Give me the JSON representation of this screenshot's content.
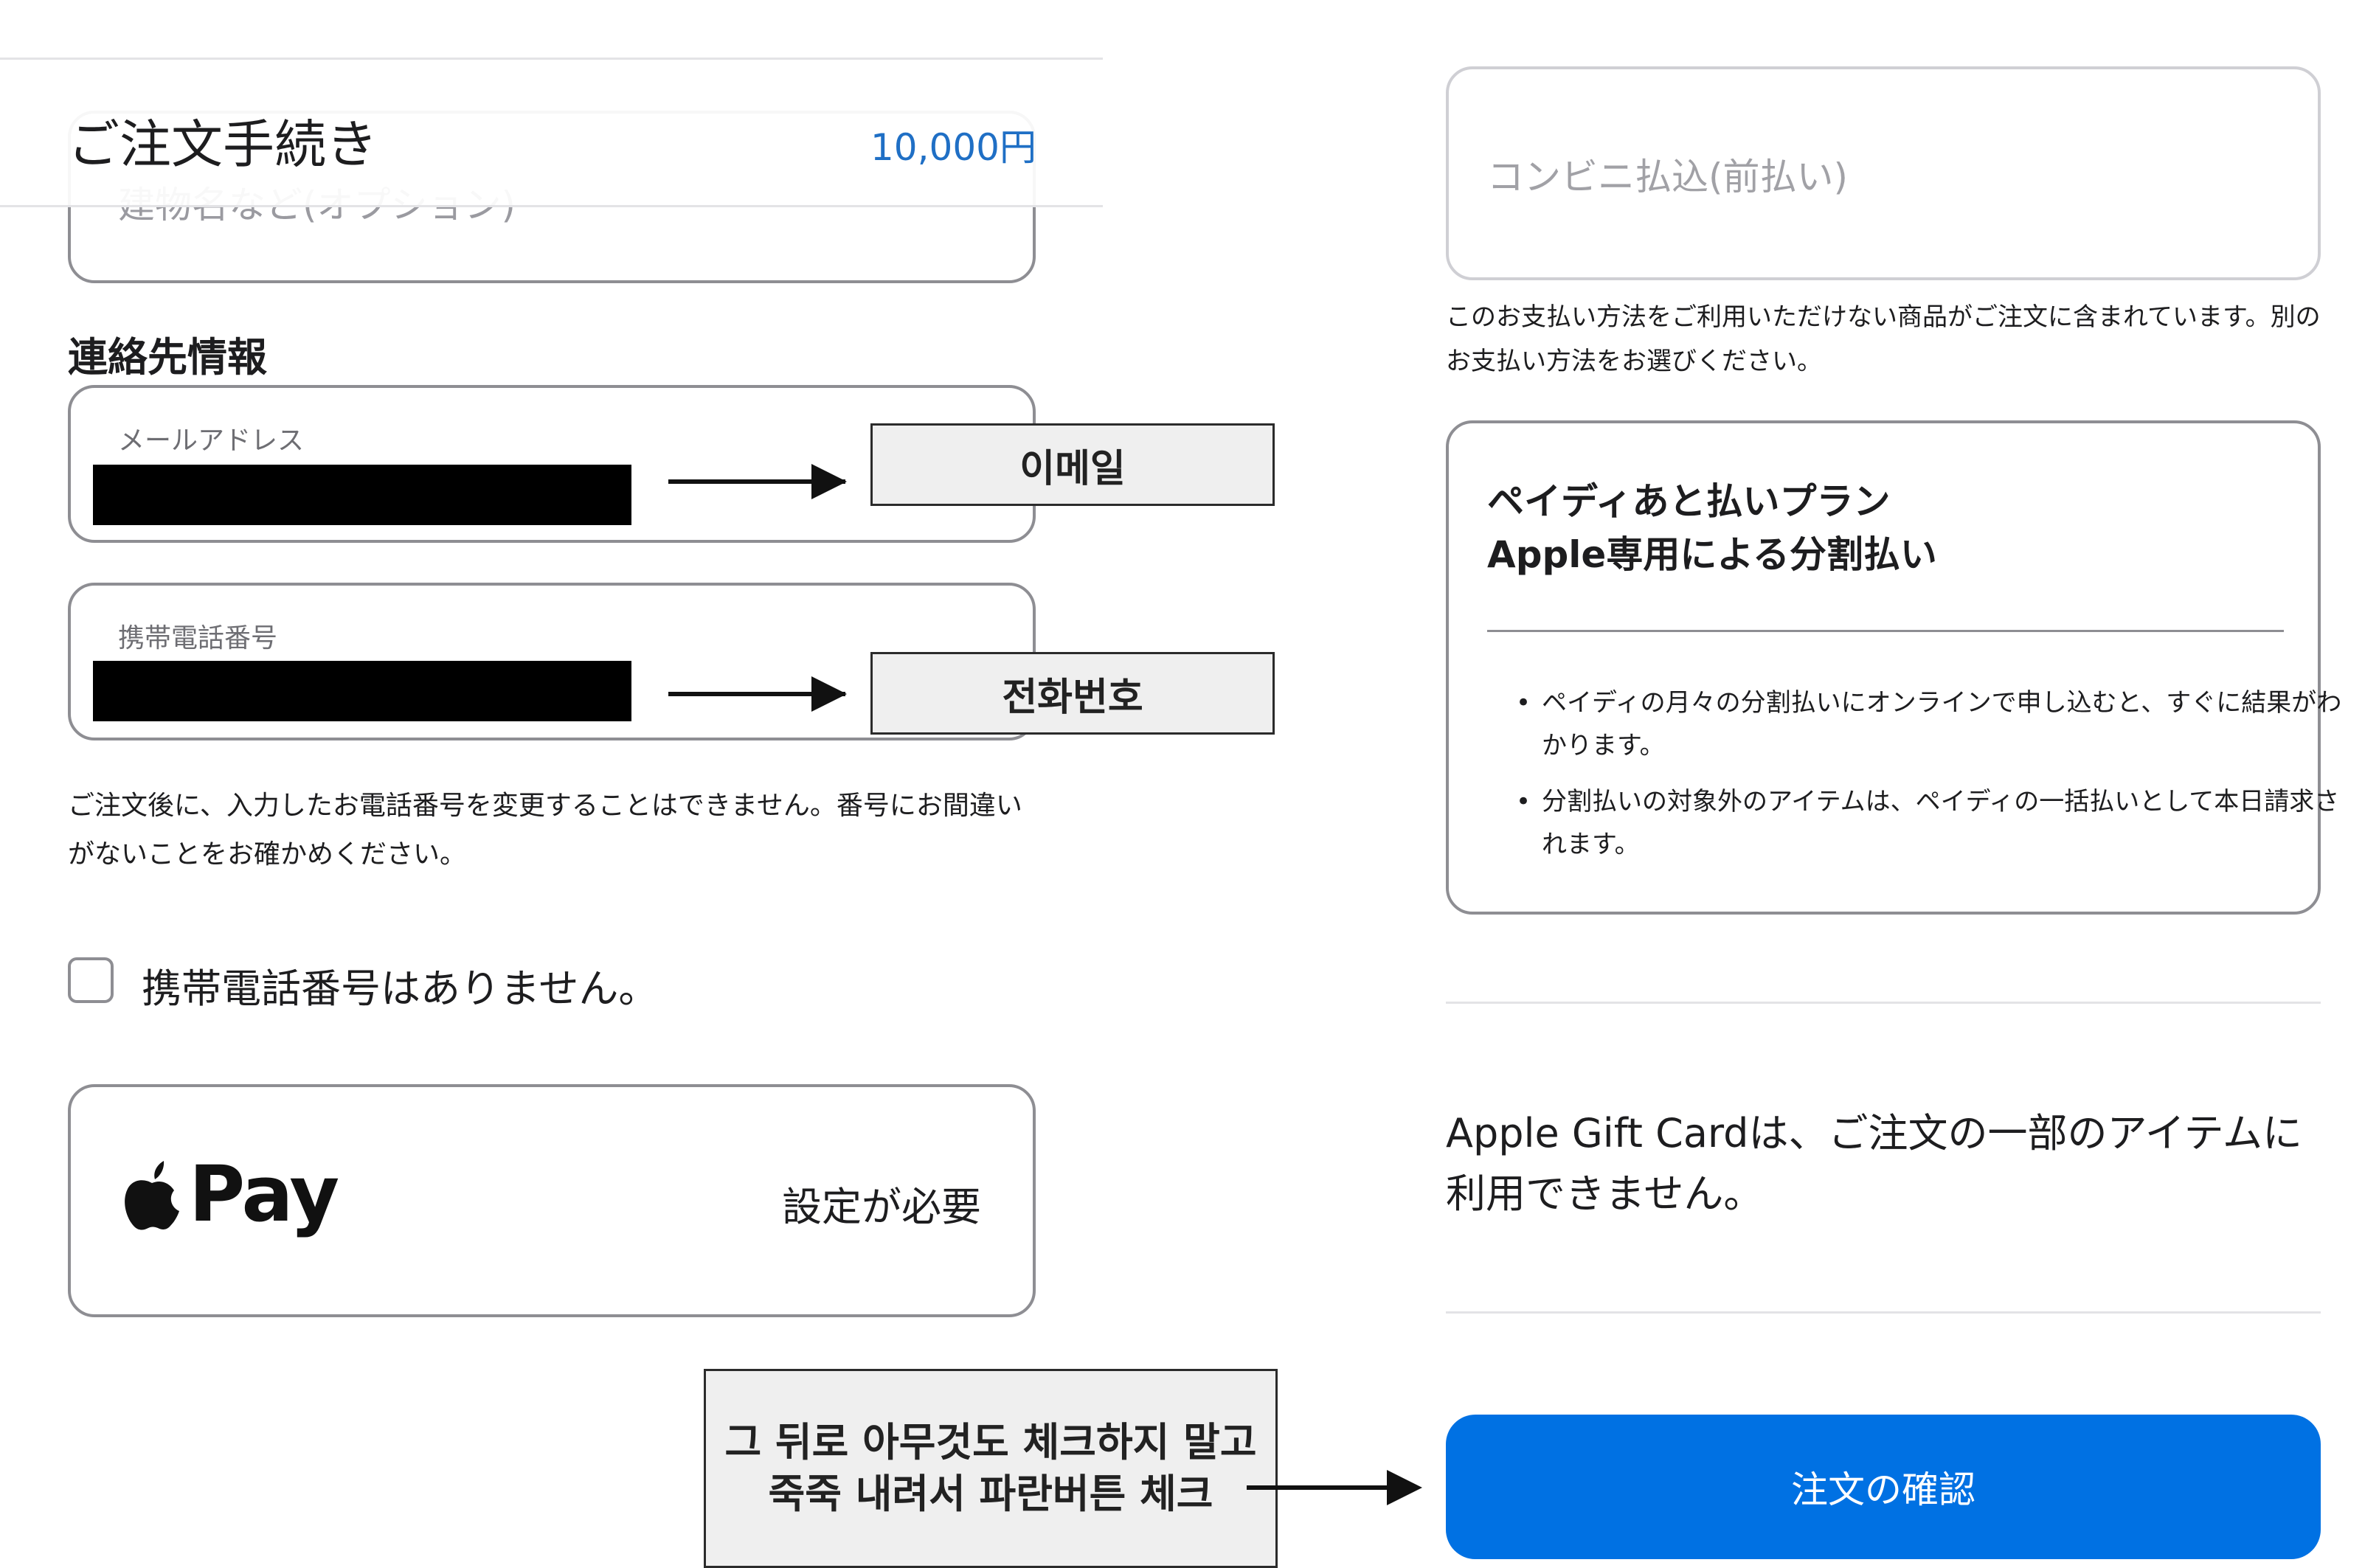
{
  "header": {
    "title": "ご注文手続き",
    "total": "10,000円"
  },
  "address": {
    "building_placeholder": "建物名など(オプション)"
  },
  "contact": {
    "heading": "連絡先情報",
    "email_label": "メールアドレス",
    "phone_label": "携帯電話番号",
    "phone_note": "ご注文後に、入力したお電話番号を変更することはできません。番号にお間違いがないことをお確かめください。",
    "no_phone_label": "携帯電話番号はありません。",
    "no_phone_checked": false
  },
  "apple_pay": {
    "logo_text": "Pay",
    "status": "設定が必要"
  },
  "annotations": {
    "email": "이메일",
    "phone": "전화번호",
    "instruction_line1": "그 뒤로 아무것도 체크하지 말고",
    "instruction_line2": "죽죽 내려서 파란버튼 체크"
  },
  "payment": {
    "convenience_store_label": "コンビニ払込(前払い)",
    "convenience_note": "このお支払い方法をご利用いただけない商品がご注文に含まれています。別のお支払い方法をお選びください。",
    "paidy_title_line1": "ペイディあと払いプラン",
    "paidy_title_line2": "Apple専用による分割払い",
    "paidy_bullets": [
      "ペイディの月々の分割払いにオンラインで申し込むと、すぐに結果がわかります。",
      "分割払いの対象外のアイテムは、ペイディの一括払いとして本日請求されます。"
    ],
    "gift_card_note": "Apple Gift Cardは、ご注文の一部のアイテムに利用できません。"
  },
  "confirm_button": {
    "label": "注文の確認"
  },
  "colors": {
    "accent": "#0071e3",
    "total_text": "#1f6fc5",
    "border": "#8e8e93",
    "callout_bg": "#efefef"
  },
  "icons": {
    "apple_logo": "apple-logo-icon",
    "arrow": "arrow-right-icon"
  }
}
